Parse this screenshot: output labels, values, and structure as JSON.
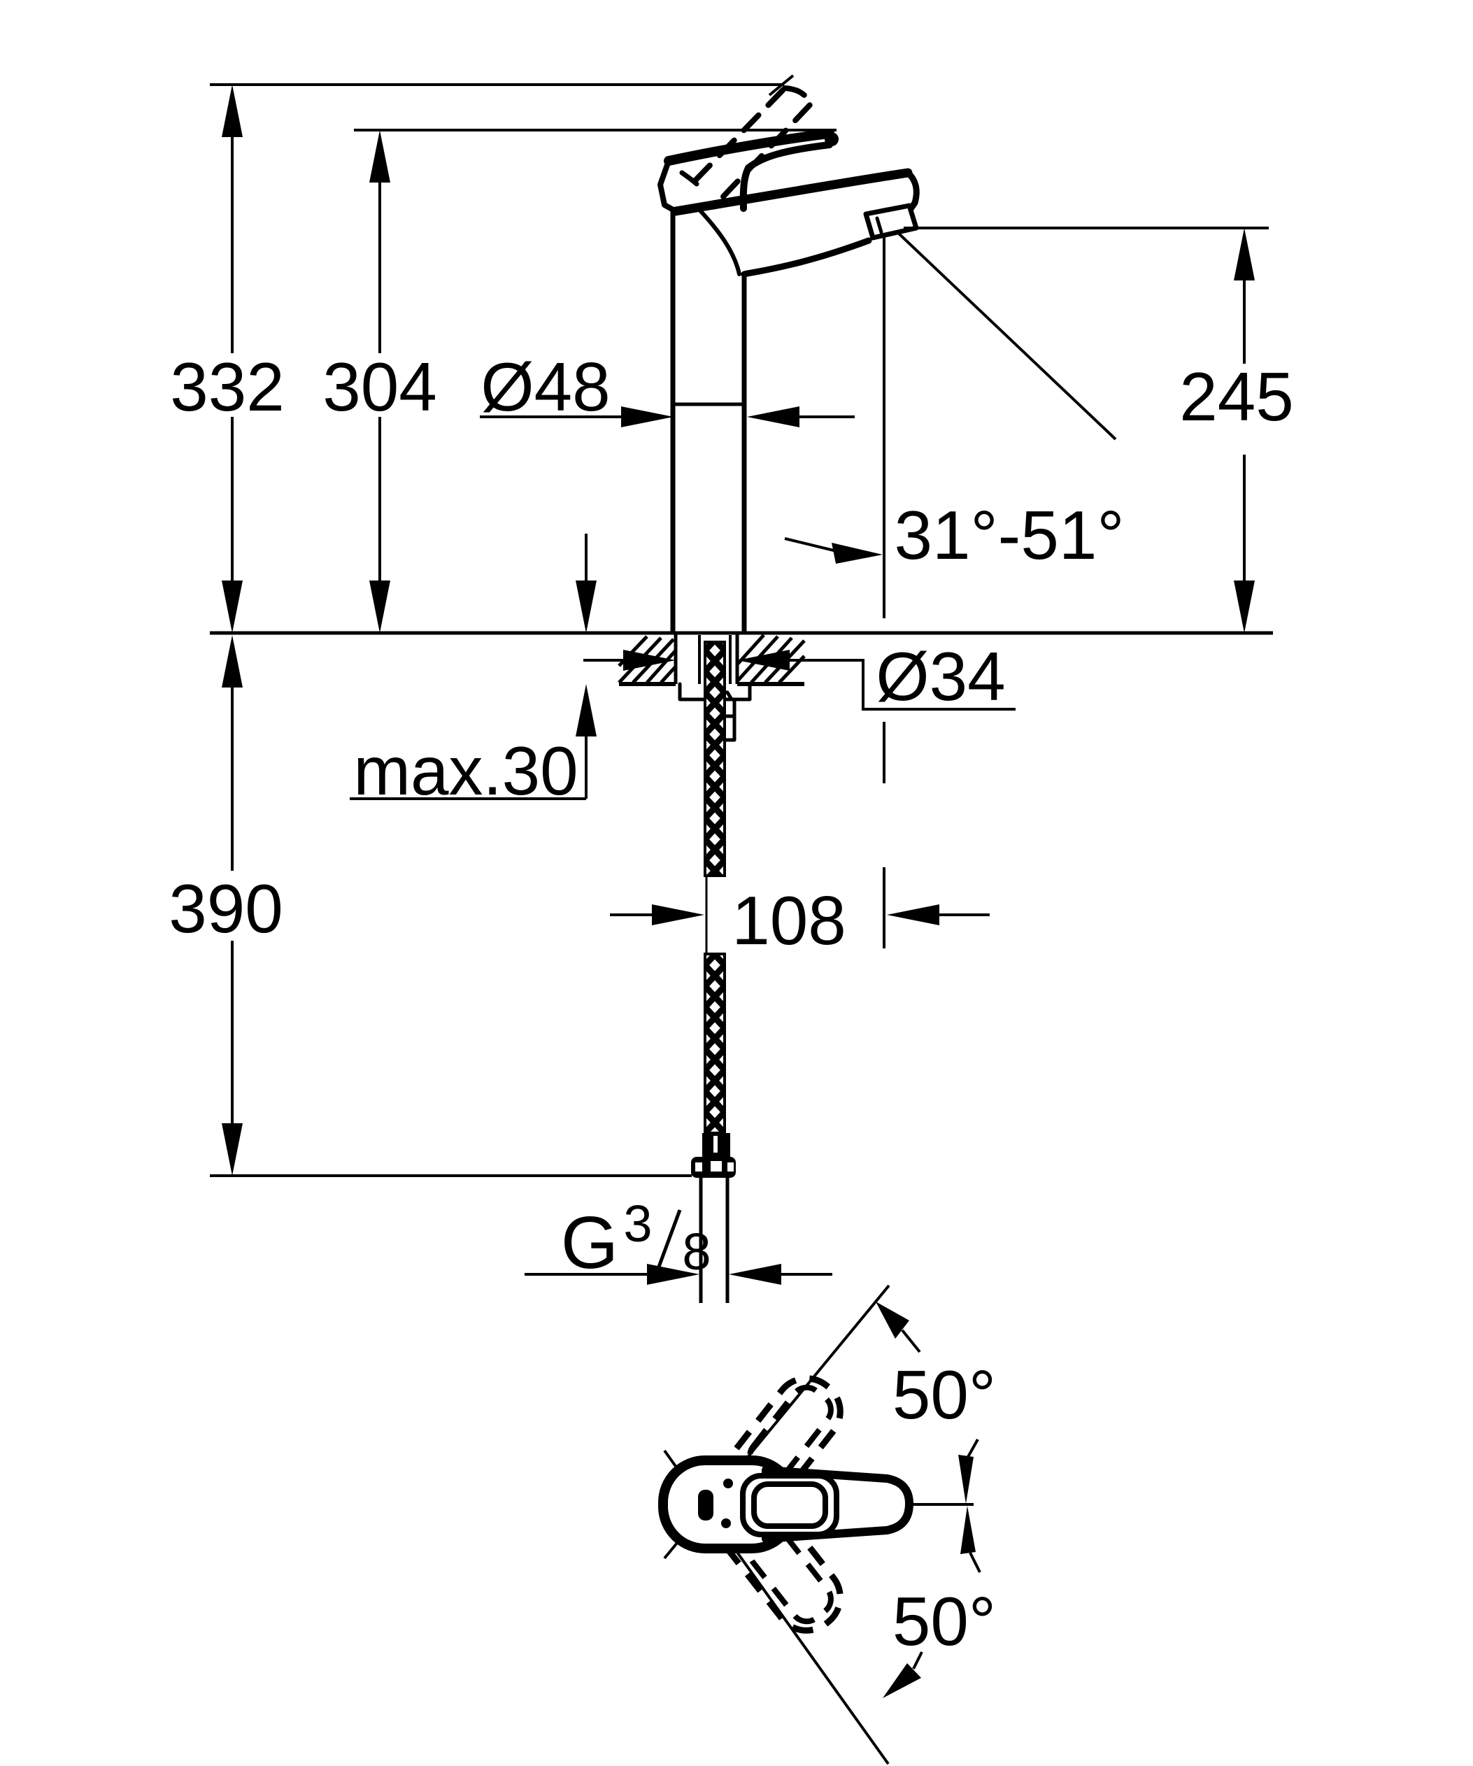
{
  "drawing": {
    "type": "technical-dimension-drawing",
    "subject": "single-lever basin mixer faucet, side elevation with mounting section, and handle top view with swivel angles",
    "colors": {
      "ink": "#000000",
      "paper": "#ffffff"
    }
  },
  "labels": {
    "overall_height": "332",
    "height_to_lever": "304",
    "body_diameter": "Ø48",
    "spout_outlet_height": "245",
    "stream_angle_range": "31°-51°",
    "mounting_hole_diameter": "Ø34",
    "max_deck_thickness": "max.30",
    "hose_length_below_deck": "390",
    "spout_reach": "108",
    "thread_letter": "G",
    "thread_numerator": "3",
    "thread_denominator": "8",
    "handle_swivel_up": "50°",
    "handle_swivel_down": "50°"
  }
}
